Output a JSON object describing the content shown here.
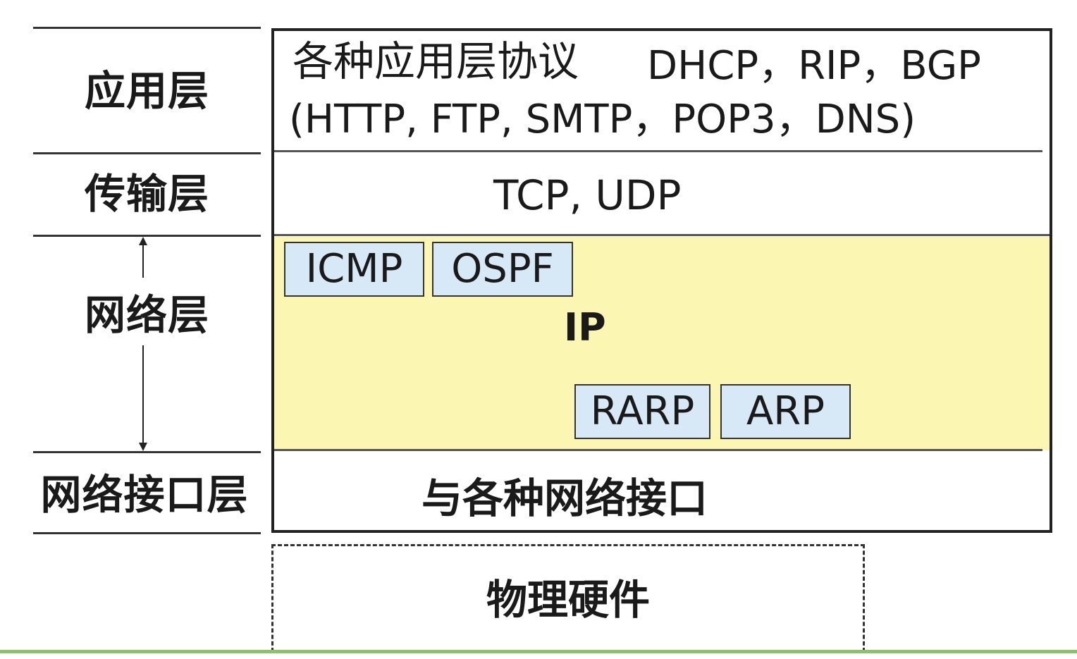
{
  "layers": {
    "application": "应用层",
    "transport": "传输层",
    "network": "网络层",
    "network_interface": "网络接口层"
  },
  "application": {
    "line1_zh": "各种应用层协议",
    "line1_extra": "DHCP，RIP，BGP",
    "line2": "(HTTP, FTP, SMTP，POP3，DNS)"
  },
  "transport": {
    "protocols": "TCP, UDP"
  },
  "network": {
    "ip": "IP",
    "icmp": "ICMP",
    "ospf": "OSPF",
    "rarp": "RARP",
    "arp": "ARP",
    "band_color": "#fbf7b3",
    "box_color": "#d7e9f7"
  },
  "network_interface": {
    "text": "与各种网络接口"
  },
  "hardware": {
    "label": "物理硬件"
  }
}
